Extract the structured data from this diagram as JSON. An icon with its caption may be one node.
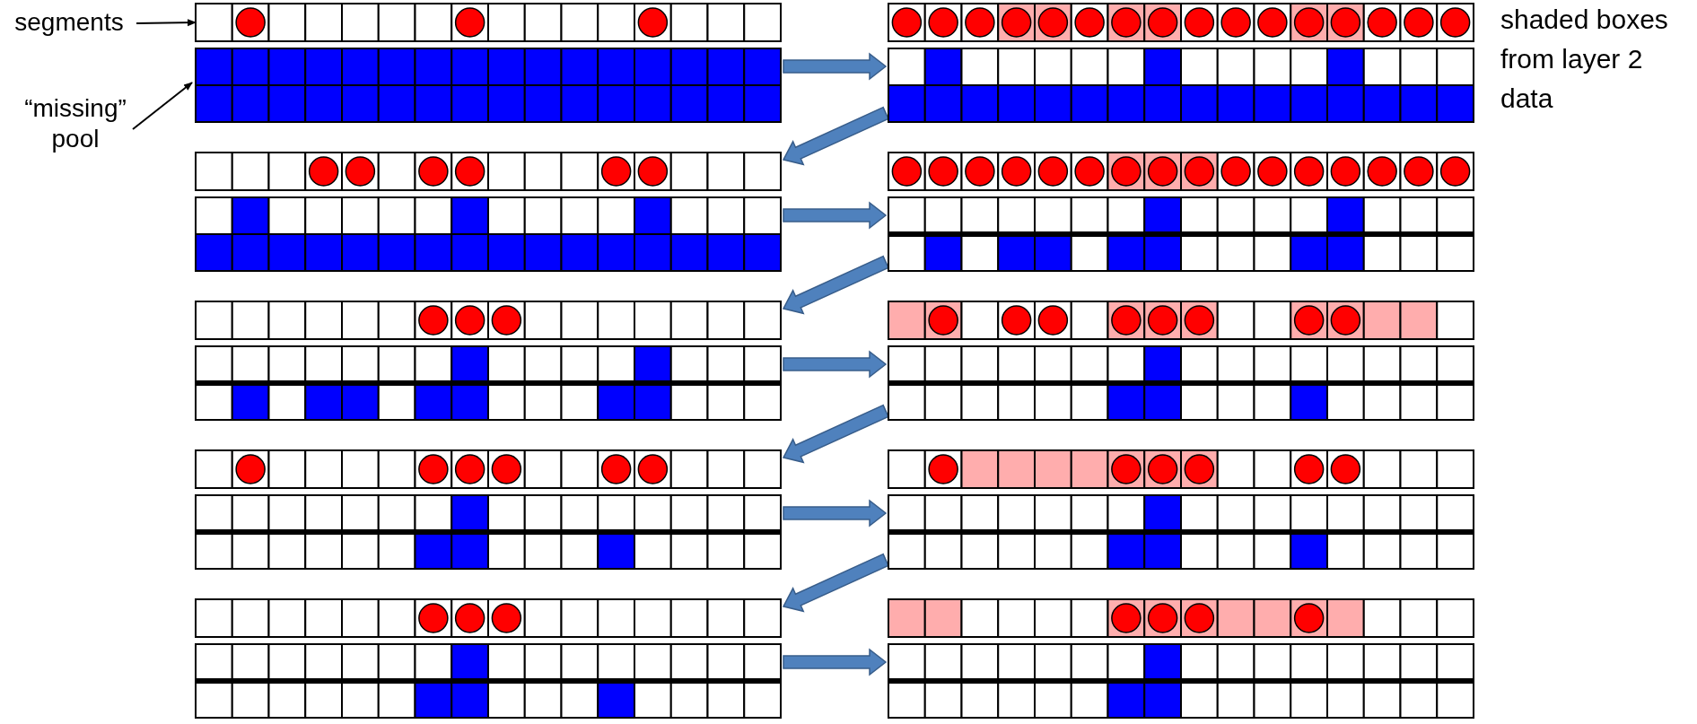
{
  "diagram": {
    "nodes": [
      {
        "text": [
          "segments"
        ]
      },
      {
        "text": [
          "“missing” pool"
        ]
      },
      {
        "text": [],
        "shape": "bar"
      },
      {
        "text": [],
        "shape": "box"
      },
      {
        "text": [],
        "shape": "bar"
      },
      {
        "text": [],
        "shape": "box"
      },
      {
        "text": [],
        "shape": "bar"
      },
      {
        "text": [],
        "shape": "box"
      },
      {
        "text": [],
        "shape": "bar"
      },
      {
        "text": [],
        "shape": "box"
      },
      {
        "text": [],
        "shape": "bar"
      },
      {
        "text": [],
        "shape": "box"
      },
      {
        "text": [],
        "shape": "bar"
      },
      {
        "text": [],
        "shape": "box"
      },
      {
        "text": [],
        "shape": "bar"
      },
      {
        "text": [],
        "shape": "box"
      },
      {
        "text": [],
        "shape": "bar"
      },
      {
        "text": [],
        "shape": "box"
      },
      {
        "text": [],
        "shape": "bar"
      },
      {
        "text": [],
        "shape": "box"
      },
      {
        "text": [],
        "shape": "bar"
      },
      {
        "text": [],
        "shape": "box"
      }
    ],
    "edges": [
      {
        "from": 0,
        "to": 2,
        "arrow": "to"
      },
      {
        "from": 1,
        "to": 3,
        "arrow": "to"
      },
      {
        "from": 3,
        "to": 5,
        "arrow": "to",
        "style": "thick",
        "color": "#4f81bd"
      },
      {
        "from": 5,
        "to": 6,
        "arrow": "to",
        "style": "thick",
        "color": "#4f81bd"
      },
      {
        "from": 7,
        "to": 9,
        "arrow": "to",
        "style": "thick",
        "color": "#4f81bd"
      },
      {
        "from": 9,
        "to": 10,
        "arrow": "to",
        "style": "thick",
        "color": "#4f81bd"
      },
      {
        "from": 11,
        "to": 13,
        "arrow": "to",
        "style": "thick",
        "color": "#4f81bd"
      },
      {
        "from": 13,
        "to": 14,
        "arrow": "to",
        "style": "thick",
        "color": "#4f81bd"
      },
      {
        "from": 15,
        "to": 17,
        "arrow": "to",
        "style": "thick",
        "color": "#4f81bd"
      },
      {
        "from": 17,
        "to": 18,
        "arrow": "to",
        "style": "thick",
        "color": "#4f81bd"
      },
      {
        "from": 19,
        "to": 21,
        "arrow": "to",
        "style": "thick",
        "color": "#4f81bd"
      }
    ],
    "labels": [
      "shaded boxes from layer 2 data"
    ]
  }
}
